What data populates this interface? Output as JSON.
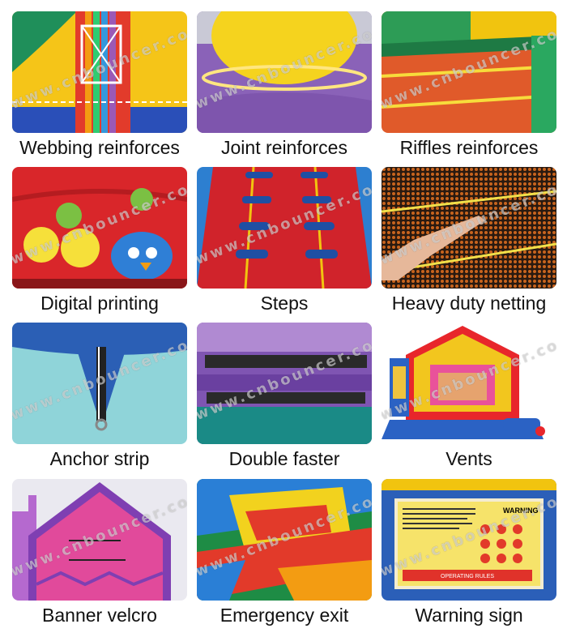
{
  "watermark": "www.cnbouncer.com",
  "items": [
    {
      "caption": "Webbing reinforces",
      "icon": "webbing-photo"
    },
    {
      "caption": "Joint reinforces",
      "icon": "joint-photo"
    },
    {
      "caption": "Riffles reinforces",
      "icon": "riffles-photo"
    },
    {
      "caption": "Digital printing",
      "icon": "digital-printing-photo"
    },
    {
      "caption": "Steps",
      "icon": "steps-photo"
    },
    {
      "caption": "Heavy duty netting",
      "icon": "netting-photo"
    },
    {
      "caption": "Anchor strip",
      "icon": "anchor-photo"
    },
    {
      "caption": "Double faster",
      "icon": "double-faster-photo"
    },
    {
      "caption": "Vents",
      "icon": "vents-photo"
    },
    {
      "caption": "Banner velcro",
      "icon": "banner-velcro-photo"
    },
    {
      "caption": "Emergency exit",
      "icon": "emergency-exit-photo"
    },
    {
      "caption": "Warning sign",
      "icon": "warning-sign-photo"
    }
  ],
  "warning_panel": {
    "title": "WARNING",
    "subtitle": "OPERATING RULES"
  }
}
